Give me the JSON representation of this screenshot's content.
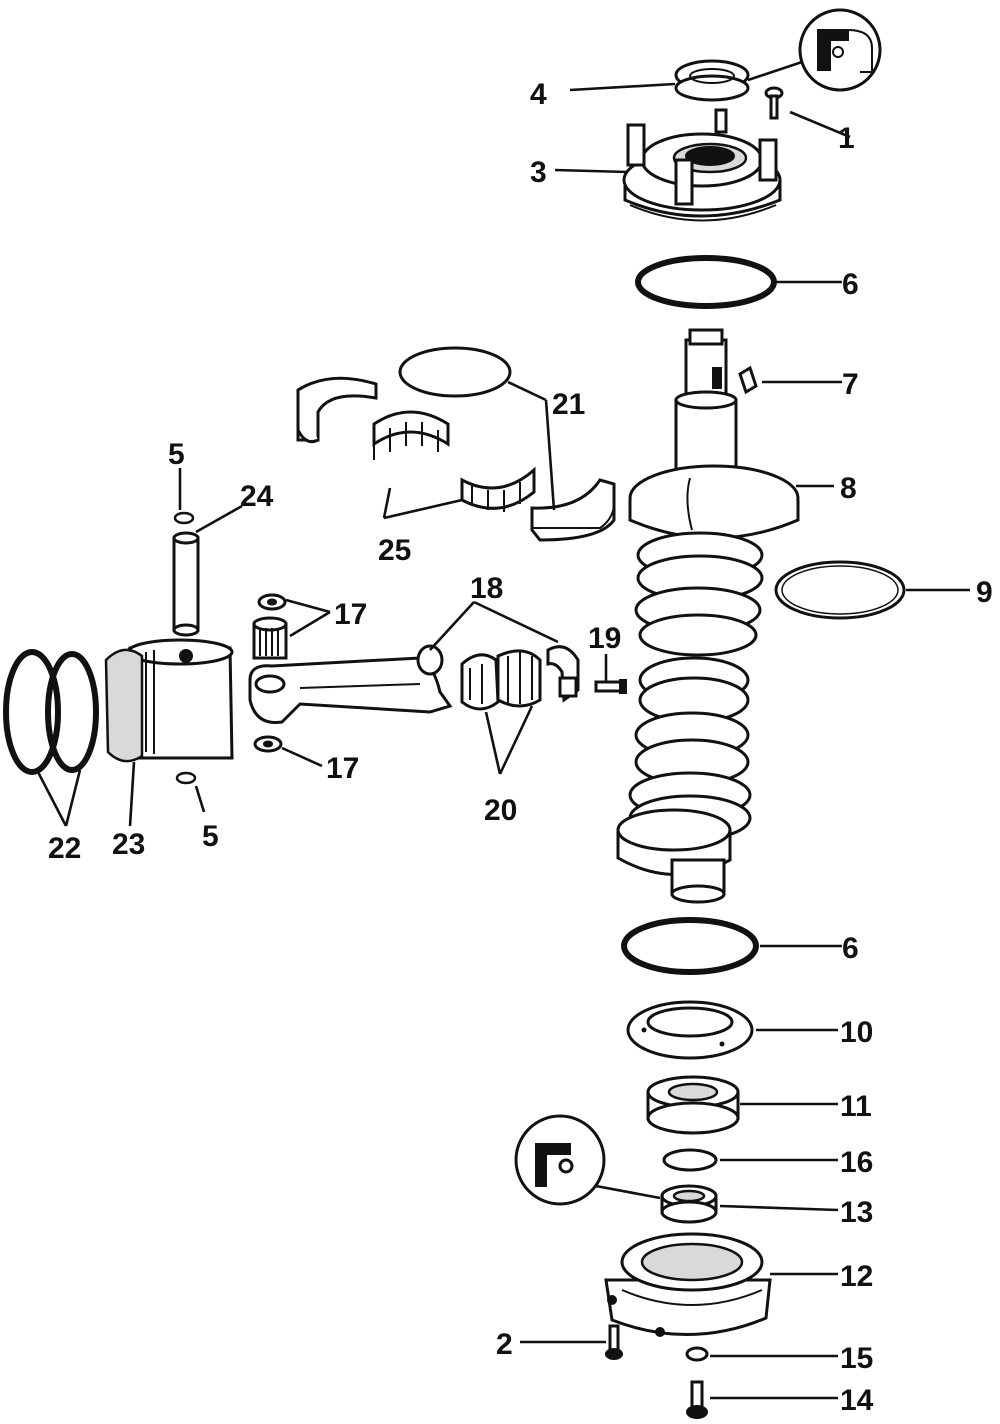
{
  "diagram": {
    "labels": {
      "p1": "1",
      "p2": "2",
      "p3": "3",
      "p4": "4",
      "p5a": "5",
      "p5b": "5",
      "p6a": "6",
      "p6b": "6",
      "p7": "7",
      "p8": "8",
      "p9": "9",
      "p10": "10",
      "p11": "11",
      "p12": "12",
      "p13": "13",
      "p14": "14",
      "p15": "15",
      "p16": "16",
      "p17a": "17",
      "p17b": "17",
      "p18": "18",
      "p19": "19",
      "p20": "20",
      "p21": "21",
      "p22": "22",
      "p23": "23",
      "p24": "24",
      "p25": "25"
    }
  }
}
